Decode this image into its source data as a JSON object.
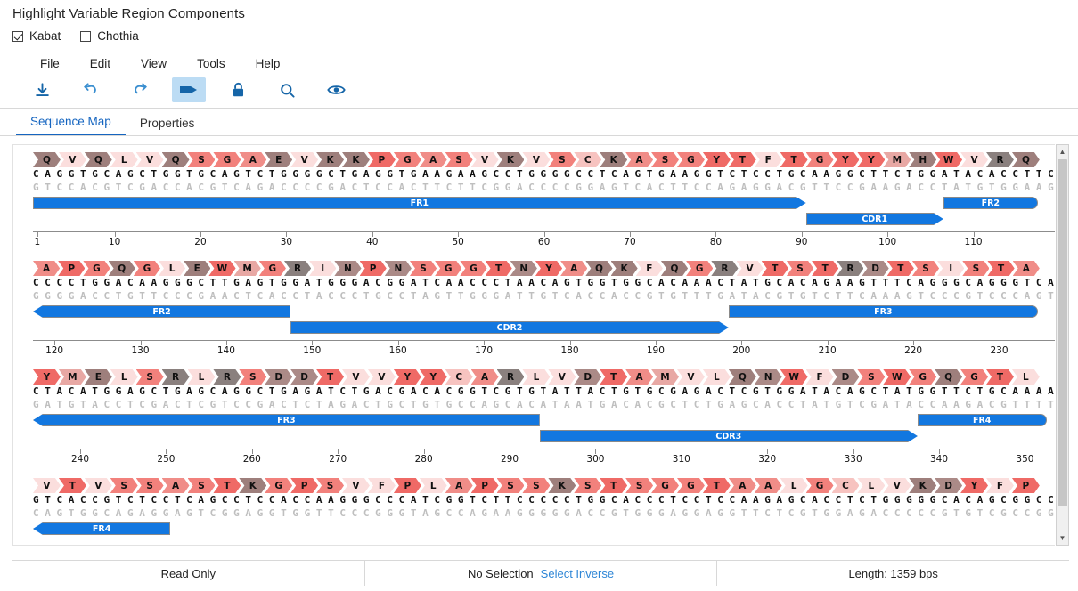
{
  "page": {
    "title": "Highlight Variable Region Components"
  },
  "schemes": [
    {
      "label": "Kabat",
      "checked": true
    },
    {
      "label": "Chothia",
      "checked": false
    }
  ],
  "menu": [
    "File",
    "Edit",
    "View",
    "Tools",
    "Help"
  ],
  "toolbar": [
    {
      "name": "download-icon",
      "active": false
    },
    {
      "name": "undo-icon",
      "active": false
    },
    {
      "name": "redo-icon",
      "active": false
    },
    {
      "name": "annotation-arrow-icon",
      "active": true
    },
    {
      "name": "lock-icon",
      "active": false
    },
    {
      "name": "search-icon",
      "active": false
    },
    {
      "name": "eye-icon",
      "active": false
    }
  ],
  "tabs": [
    {
      "label": "Sequence Map",
      "active": true
    },
    {
      "label": "Properties",
      "active": false
    }
  ],
  "statusbar": {
    "read_only": "Read Only",
    "selection": "No Selection",
    "select_inverse": "Select Inverse",
    "length": "Length: 1359 bps"
  },
  "colors": {
    "feature_blue": "#1277e0",
    "tab_active": "#1565c0",
    "nt_top": "#111111",
    "nt_bottom": "#bfbfbf"
  },
  "rows": [
    {
      "start": 1,
      "aa": "QVQLVQSGAEVKKPGASVKVSCKASGYTFTGYYMHWVRQ",
      "nt_top": "CAGGTGCAGCTGGTGCAGTCTGGGGCTGAGGTGAAGAAGCCTGGGGCCTCAGTGAAGGTCTCCTGCAAGGCTTCTGGATACACCTTCACCGGCTACTATATGCACTGGGTGCGACAGG",
      "nt_bottom": "GTCCACGTCGACCACGTCAGACCCCGACTCCACTTCTTCGGACCCCGGAGTCACTTCCAGAGGACGTTCCGAAGACCTATGTGGAAGTGGCCGATGATATACGTGACCCACGCTGTCC",
      "ticks": [
        1,
        10,
        20,
        30,
        40,
        50,
        60,
        70,
        80,
        90,
        100,
        110
      ],
      "features": [
        {
          "label": "FR1",
          "start": 1,
          "end": 90,
          "cap_left": "flat",
          "cap_right": "arrow",
          "lane": 0
        },
        {
          "label": "CDR1",
          "start": 91,
          "end": 106,
          "cap_left": "flat",
          "cap_right": "arrow",
          "lane": 1
        },
        {
          "label": "FR2",
          "start": 107,
          "end": 117,
          "cap_left": "flat",
          "cap_right": "round",
          "lane": 0
        }
      ]
    },
    {
      "start": 118,
      "aa": "APGQGLEWMGRINPNSGGTNYAQKFQGRVTSTRDTSISTA",
      "nt_top": "CCCCTGGACAAGGGCTTGAGTGGATGGGACGGATCAACCCTAACAGTGGTGGCACAAACTATGCACAGAAGTTTCAGGGCAGGGTCACCAGTACCAGGGACACGTCCATCAGCACAGC",
      "nt_bottom": "GGGGACCTGTTCCCGAACTCACCTACCCTGCCTAGTTGGGATTGTCACCACCGTGTTTGATACGTGTCTTCAAAGTCCCGTCCCAGTGGTCATGGTCCCTGTGCAGGTAGTCGTGTCG",
      "ticks": [
        120,
        130,
        140,
        150,
        160,
        170,
        180,
        190,
        200,
        210,
        220,
        230
      ],
      "features": [
        {
          "label": "FR2",
          "start": 118,
          "end": 147,
          "cap_left": "arrow",
          "cap_right": "arrow",
          "lane": 0
        },
        {
          "label": "CDR2",
          "start": 148,
          "end": 198,
          "cap_left": "flat",
          "cap_right": "arrow",
          "lane": 1
        },
        {
          "label": "FR3",
          "start": 199,
          "end": 234,
          "cap_left": "flat",
          "cap_right": "round",
          "lane": 0
        }
      ]
    },
    {
      "start": 235,
      "aa": "YMELSRLRSDDTVVYYCARLVDTAMVLQNWFDSWGQGTL",
      "nt_top": "CTACATGGAGCTGAGCAGGCTGAGATCTGACGACACGGTCGTGTATTACTGTGCGAGACTCGTGGATACAGCTATGGTTCTGCAAAACTGGTTCGACTCCTGGGGCCAAGGAACCCTG",
      "nt_bottom": "GATGTACCTCGACTCGTCCGACTCTAGACTGCTGTGCCAGCACATAATGACACGCTCTGAGCACCTATGTCGATACCAAGACGTTTTGACCAAGCTGAGGACCCCGGTTCCTTGGGAC",
      "ticks": [
        240,
        250,
        260,
        270,
        280,
        290,
        300,
        310,
        320,
        330,
        340,
        350
      ],
      "features": [
        {
          "label": "FR3",
          "start": 235,
          "end": 293,
          "cap_left": "arrow",
          "cap_right": "arrow",
          "lane": 0
        },
        {
          "label": "CDR3",
          "start": 294,
          "end": 337,
          "cap_left": "flat",
          "cap_right": "arrow",
          "lane": 1
        },
        {
          "label": "FR4",
          "start": 338,
          "end": 352,
          "cap_left": "flat",
          "cap_right": "round",
          "lane": 0
        }
      ]
    },
    {
      "start": 353,
      "aa": "VTVSSASTKGPSVFPLAPSSKSTSGGTAALGCLVKDYFP",
      "nt_top": "GTCACCGTCTCCTCAGCCTCCACCAAGGGCCCATCGGTCTTCCCCCTGGCACCCTCCTCCAAGAGCACCTCTGGGGGCACAGCGGCCCTGGGCTGCCTGGTCAAGGACTACTTCCCCG",
      "nt_bottom": "CAGTGGCAGAGGAGTCGGAGGTGGTTCCCGGGTAGCCAGAAGGGGGACCGTGGGAGGAGGTTCTCGTGGAGACCCCCGTGTCGCCGGGACCCGACGGACCAGTTCCTGATGAAGGGGC",
      "ticks": [],
      "features": [
        {
          "label": "FR4",
          "start": 353,
          "end": 368,
          "cap_left": "arrow",
          "cap_right": "arrow",
          "lane": 0
        }
      ]
    }
  ],
  "aa_colors": {
    "Q": "#9e7f7c",
    "V": "#fbdedd",
    "L": "#fbdedd",
    "S": "#f2817c",
    "G": "#f2817c",
    "A": "#f08d88",
    "E": "#9e7f7c",
    "K": "#9e7f7c",
    "P": "#ef6a66",
    "C": "#f7c3c0",
    "Y": "#ef6a66",
    "T": "#ef6a66",
    "F": "#fbdedd",
    "M": "#e8a8a4",
    "H": "#9e7f7c",
    "W": "#ef6a66",
    "R": "#8a807e",
    "I": "#fbdedd",
    "N": "#ab8a87",
    "D": "#ab8a87"
  }
}
